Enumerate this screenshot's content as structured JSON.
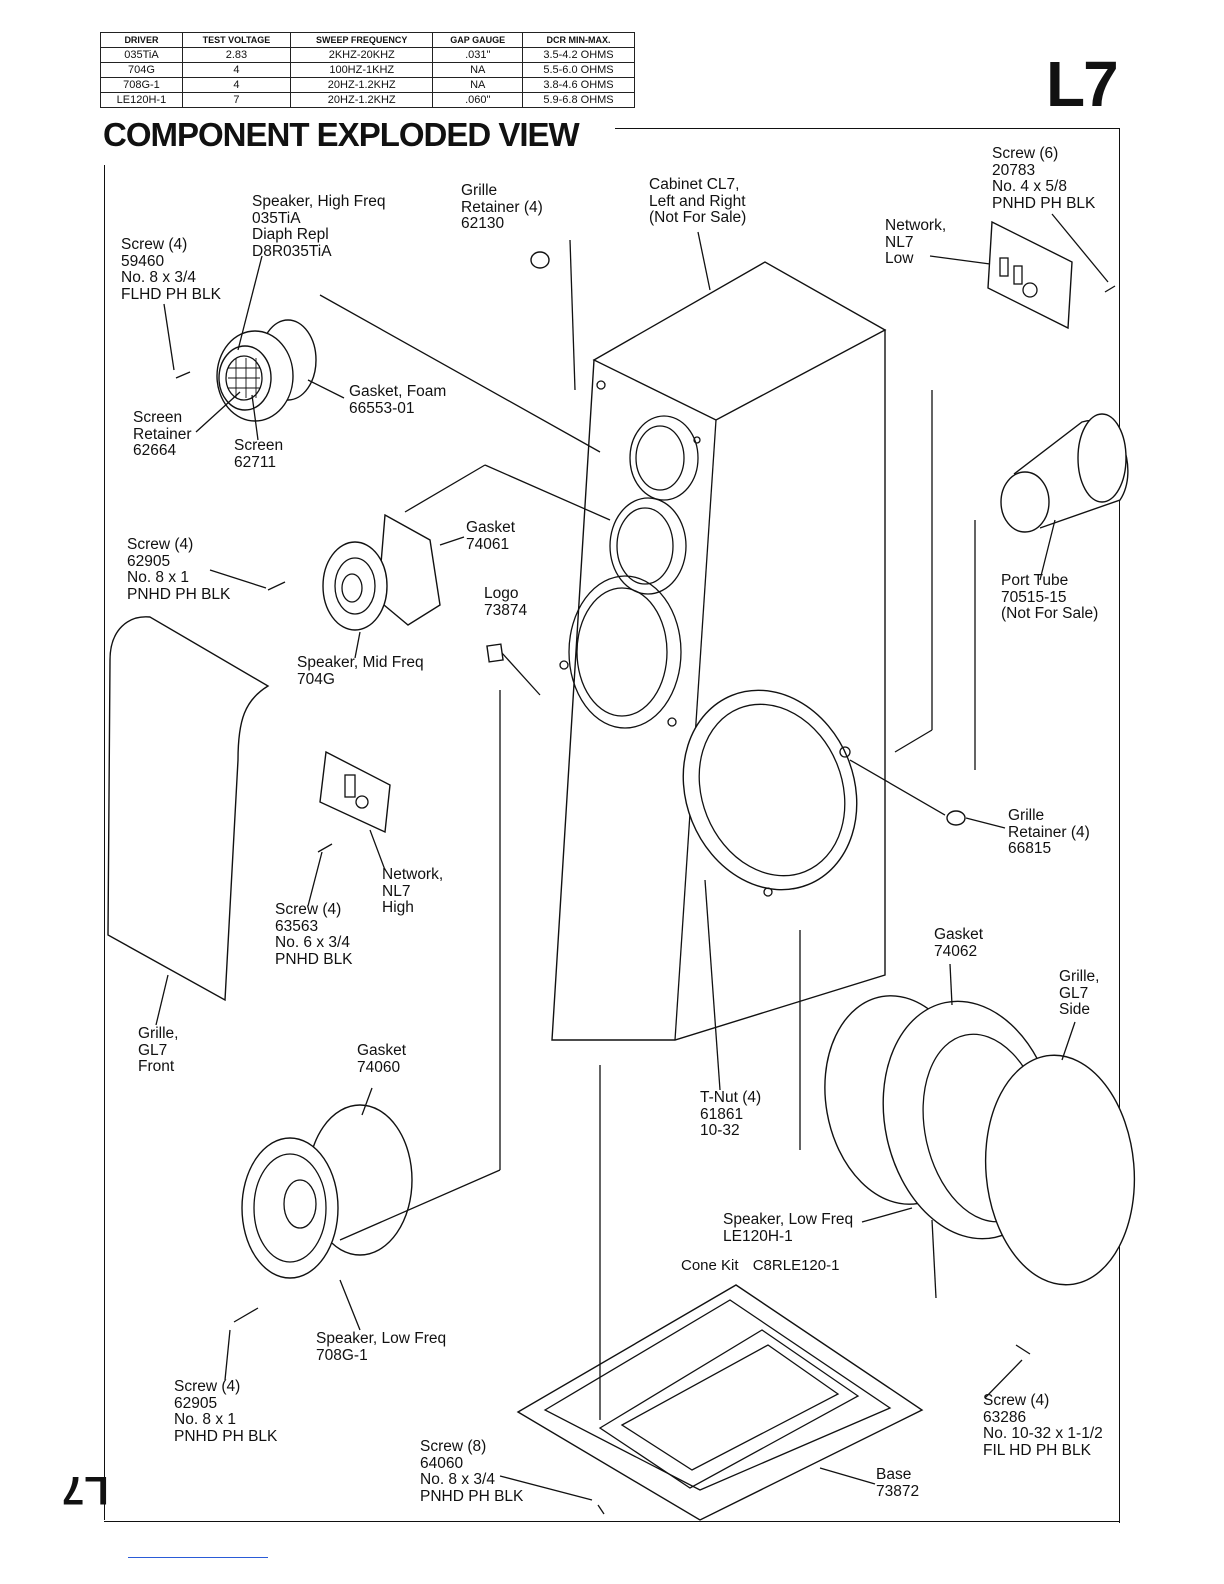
{
  "spec_table": {
    "headers": [
      "DRIVER",
      "TEST VOLTAGE",
      "SWEEP FREQUENCY",
      "GAP GAUGE",
      "DCR MIN-MAX."
    ],
    "rows": [
      [
        "035TiA",
        "2.83",
        "2KHZ-20KHZ",
        ".031\"",
        "3.5-4.2 OHMS"
      ],
      [
        "704G",
        "4",
        "100HZ-1KHZ",
        "NA",
        "5.5-6.0 OHMS"
      ],
      [
        "708G-1",
        "4",
        "20HZ-1.2KHZ",
        "NA",
        "3.8-4.6 OHMS"
      ],
      [
        "LE120H-1",
        "7",
        "20HZ-1.2KHZ",
        ".060\"",
        "5.9-6.8 OHMS"
      ]
    ]
  },
  "model": "L7",
  "heading": "COMPONENT EXPLODED VIEW",
  "side_tag": "L7",
  "cone_kit": {
    "label": "Cone Kit",
    "part": "C8RLE120-1"
  },
  "labels": {
    "screw_59460": "Screw (4)\n59460\nNo. 8 x 3/4\nFLHD PH BLK",
    "hf_speaker": "Speaker, High Freq\n035TiA\nDiaph Repl\nD8R035TiA",
    "grille_retainer_62130": "Grille\nRetainer (4)\n62130",
    "cabinet": "Cabinet CL7,\nLeft and Right\n(Not For Sale)",
    "screw_20783": "Screw (6)\n20783\nNo. 4 x 5/8\nPNHD PH BLK",
    "network_low": "Network,\nNL7\nLow",
    "gasket_foam": "Gasket, Foam\n66553-01",
    "screen_retainer": "Screen\nRetainer\n62664",
    "screen": "Screen\n62711",
    "screw_62905_a": "Screw (4)\n62905\nNo. 8 x 1\nPNHD PH BLK",
    "gasket_74061": "Gasket\n74061",
    "logo": "Logo\n73874",
    "port_tube": "Port Tube\n70515-15\n(Not For Sale)",
    "mid_speaker": "Speaker, Mid Freq\n704G",
    "network_high": "Network,\nNL7\nHigh",
    "screw_63563": "Screw (4)\n63563\nNo. 6 x 3/4\nPNHD BLK",
    "grille_retainer_66815": "Grille\nRetainer (4)\n66815",
    "gasket_74062": "Gasket\n74062",
    "grille_side": "Grille,\nGL7\nSide",
    "grille_front": "Grille,\nGL7\nFront",
    "gasket_74060": "Gasket\n74060",
    "tnut": "T-Nut (4)\n61861\n10-32",
    "low_speaker_le": "Speaker, Low Freq\nLE120H-1",
    "low_speaker_708": "Speaker, Low Freq\n708G-1",
    "screw_62905_b": "Screw (4)\n62905\nNo. 8 x 1\nPNHD PH BLK",
    "screw_63286": "Screw (4)\n63286\nNo. 10-32 x 1-1/2\nFIL HD PH BLK",
    "screw_64060": "Screw (8)\n64060\nNo. 8 x 3/4\nPNHD PH BLK",
    "base": "Base\n73872"
  }
}
